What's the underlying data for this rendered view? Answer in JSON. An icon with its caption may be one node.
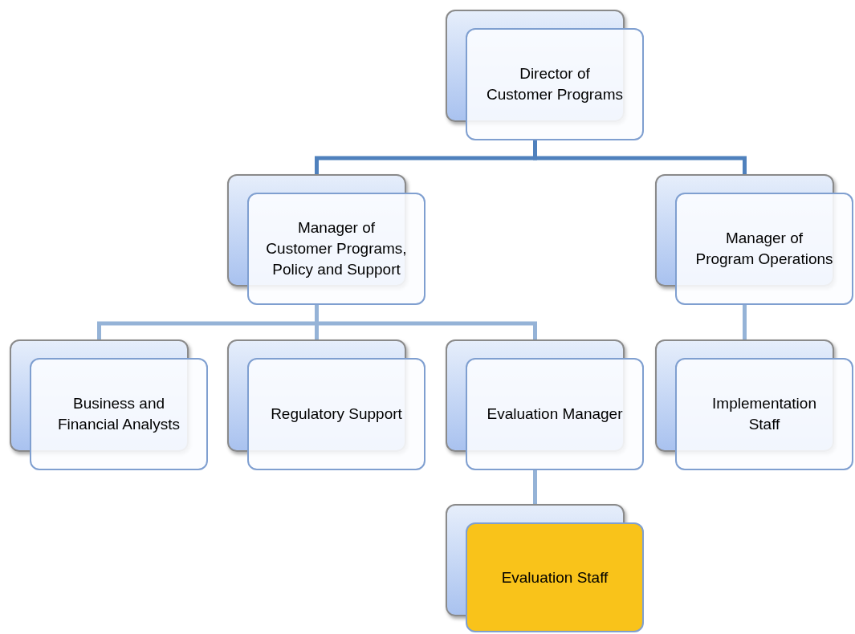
{
  "diagram": {
    "nodes": [
      {
        "text": [
          "Director of Customer Programs"
        ]
      },
      {
        "text": [
          "Manager of Customer Programs, Policy and Support"
        ]
      },
      {
        "text": [
          "Manager of Program Operations"
        ]
      },
      {
        "text": [
          "Business and Financial Analysts"
        ]
      },
      {
        "text": [
          "Regulatory Support"
        ]
      },
      {
        "text": [
          "Evaluation Manager"
        ]
      },
      {
        "text": [
          "Implementation Staff"
        ]
      },
      {
        "text": [
          "Evaluation Staff"
        ]
      }
    ],
    "edges": [
      {
        "from": 0,
        "to": 1,
        "arrow": "none",
        "color": "#4f81bd"
      },
      {
        "from": 0,
        "to": 2,
        "arrow": "none",
        "color": "#4f81bd"
      },
      {
        "from": 1,
        "to": 3,
        "arrow": "none"
      },
      {
        "from": 1,
        "to": 4,
        "arrow": "none"
      },
      {
        "from": 1,
        "to": 5,
        "arrow": "none"
      },
      {
        "from": 2,
        "to": 6,
        "arrow": "none"
      },
      {
        "from": 5,
        "to": 7,
        "arrow": "none"
      }
    ]
  }
}
